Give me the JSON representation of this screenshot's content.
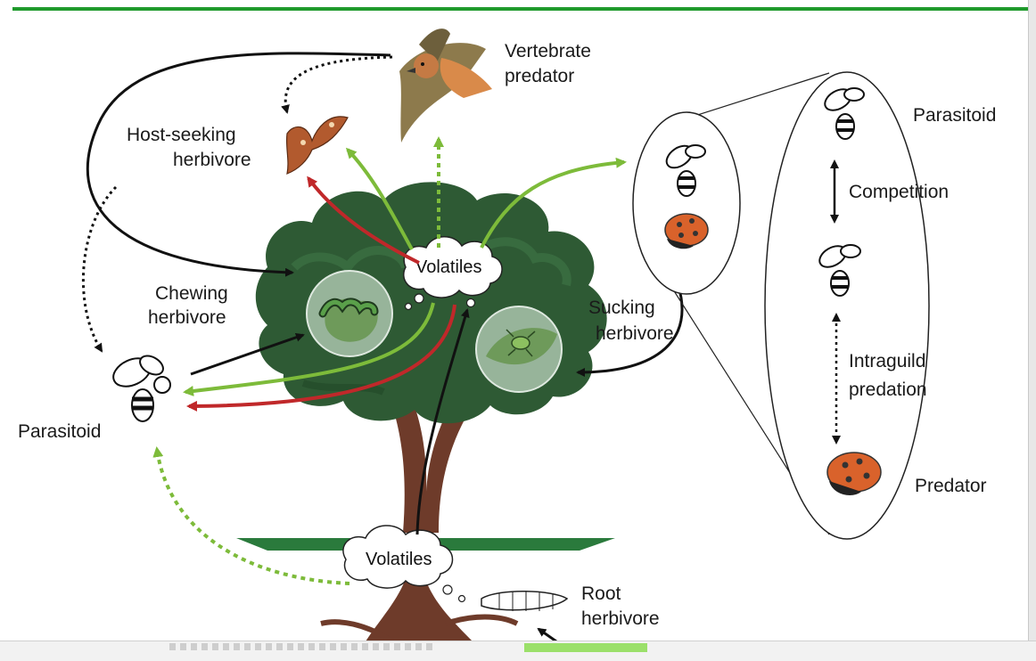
{
  "labels": {
    "vertebrate_predator": [
      "Vertebrate",
      "predator"
    ],
    "host_seeking_herbivore": [
      "Host-seeking",
      "herbivore"
    ],
    "chewing_herbivore": [
      "Chewing",
      "herbivore"
    ],
    "sucking_herbivore": [
      "Sucking",
      "herbivore"
    ],
    "parasitoid_left": "Parasitoid",
    "root_herbivore": [
      "Root",
      "herbivore"
    ],
    "parasitoid_right": "Parasitoid",
    "competition": "Competition",
    "intraguild_predation": [
      "Intraguild",
      "predation"
    ],
    "predator": "Predator"
  },
  "volatiles": {
    "canopy": "Volatiles",
    "roots": "Volatiles"
  },
  "colors": {
    "frame_accent": "#1f9a2c",
    "arrow_green": "#7dbb3a",
    "arrow_red": "#c0282a",
    "arrow_black": "#111111",
    "foliage": "#2e5a34",
    "trunk": "#6e3b2a",
    "ladybird": "#d9622b"
  },
  "icons": [
    "bird-icon",
    "moth-icon",
    "caterpillar-icon",
    "aphid-icon",
    "wasp-icon",
    "ladybird-icon",
    "root-larva-icon"
  ]
}
